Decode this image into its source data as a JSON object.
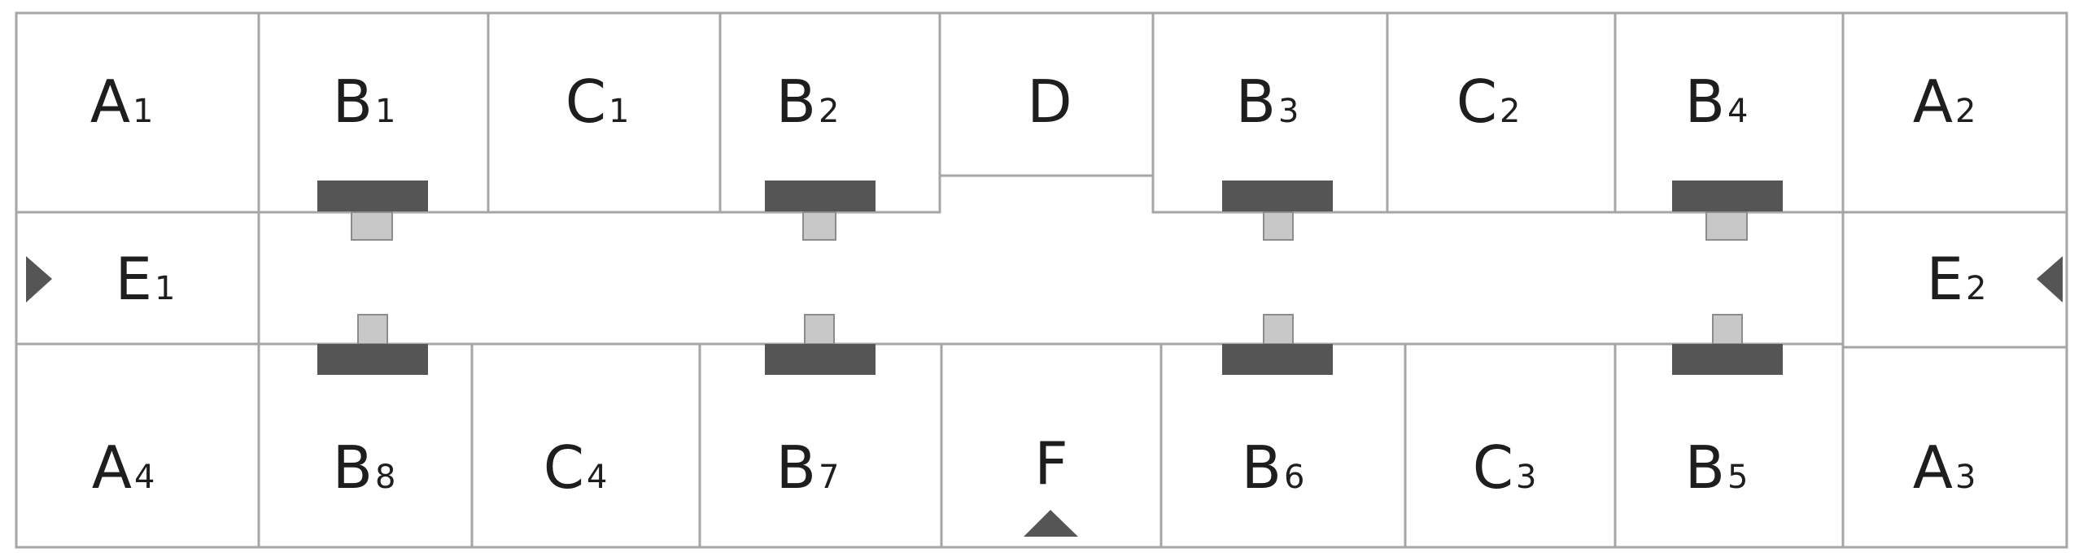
{
  "rooms": {
    "A1": {
      "letter": "A",
      "sub": "1"
    },
    "B1": {
      "letter": "B",
      "sub": "1"
    },
    "C1": {
      "letter": "C",
      "sub": "1"
    },
    "B2": {
      "letter": "B",
      "sub": "2"
    },
    "D": {
      "letter": "D",
      "sub": ""
    },
    "B3": {
      "letter": "B",
      "sub": "3"
    },
    "C2": {
      "letter": "C",
      "sub": "2"
    },
    "B4": {
      "letter": "B",
      "sub": "4"
    },
    "A2": {
      "letter": "A",
      "sub": "2"
    },
    "E1": {
      "letter": "E",
      "sub": "1"
    },
    "E2": {
      "letter": "E",
      "sub": "2"
    },
    "A4": {
      "letter": "A",
      "sub": "4"
    },
    "B8": {
      "letter": "B",
      "sub": "8"
    },
    "C4": {
      "letter": "C",
      "sub": "4"
    },
    "B7": {
      "letter": "B",
      "sub": "7"
    },
    "F": {
      "letter": "F",
      "sub": ""
    },
    "B6": {
      "letter": "B",
      "sub": "6"
    },
    "C3": {
      "letter": "C",
      "sub": "3"
    },
    "B5": {
      "letter": "B",
      "sub": "5"
    },
    "A3": {
      "letter": "A",
      "sub": "3"
    }
  },
  "colors": {
    "wall": "#a6a6a6",
    "fixture_dark": "#555555",
    "fixture_light": "#c8c8c8",
    "text": "#1e1e1e"
  },
  "icons": {
    "entrance_left": "triangle-right-icon",
    "entrance_right": "triangle-left-icon",
    "entrance_bottom": "triangle-up-icon"
  }
}
